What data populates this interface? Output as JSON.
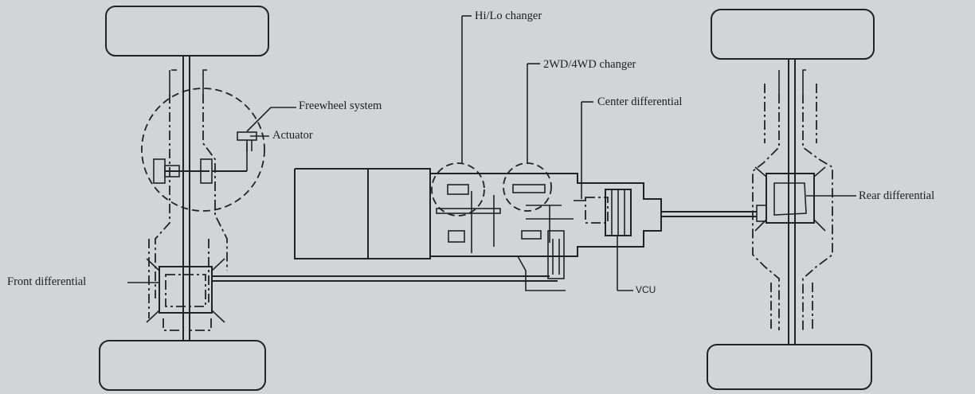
{
  "diagram": {
    "labels": {
      "freewheel": "Freewheel system",
      "actuator": "Actuator",
      "front_diff": "Front differential",
      "hilo": "Hi/Lo changer",
      "wd_changer": "2WD/4WD changer",
      "center_diff": "Center differential",
      "rear_diff": "Rear differential",
      "vcu": "VCU"
    },
    "colors": {
      "background": "#d2d5d8",
      "ink": "#222222"
    }
  }
}
